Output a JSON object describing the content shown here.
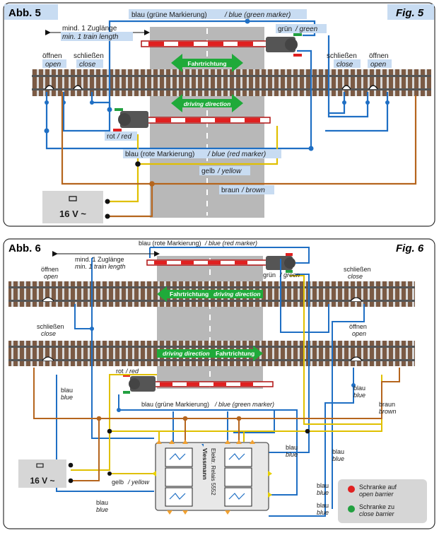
{
  "panel5": {
    "title_de": "Abb. 5",
    "title_en": "Fig. 5",
    "wire_top_de": "blau (grüne Markierung)",
    "wire_top_en": "/ blue (green marker)",
    "min_length_de": "mind. 1 Zuglänge",
    "min_length_en": "min. 1 train length",
    "green_de": "grün",
    "green_en": "/ green",
    "open_de": "öffnen",
    "open_en": "open",
    "close_de": "schließen",
    "close_en": "close",
    "arrow_de": "Fahrtrichtung",
    "arrow_en": "driving direction",
    "red_de": "rot",
    "red_en": "/ red",
    "wire_mid_de": "blau (rote Markierung)",
    "wire_mid_en": "/ blue (red marker)",
    "yellow_de": "gelb",
    "yellow_en": "/ yellow",
    "brown_de": "braun",
    "brown_en": "/ brown",
    "supply": "16 V ~"
  },
  "panel6": {
    "title_de": "Abb. 6",
    "title_en": "Fig. 6",
    "wire_top_de": "blau (rote Markierung)",
    "wire_top_en": "/ blue (red marker)",
    "min_length_de": "mind. 1 Zuglänge",
    "min_length_en": "min. 1 train length",
    "green_de": "grün",
    "green_en": "/ green",
    "open_de": "öffnen",
    "open_en": "open",
    "close_de": "schließen",
    "close_en": "close",
    "arrow_de": "Fahrtrichtung",
    "arrow_en": "driving direction",
    "red_de": "rot",
    "red_en": "/ red",
    "wire_mid_de": "blau (grüne Markierung)",
    "wire_mid_en": "/ blue (green marker)",
    "blue_de": "blau",
    "blue_en": "blue",
    "brown_de": "braun",
    "brown_en": "brown",
    "yellow_de": "gelb",
    "yellow_en": "/ yellow",
    "supply": "16 V ~",
    "relay_brand": "Viessmann",
    "relay_name": "Elektr. Relais 5552",
    "legend_open_de": "Schranke auf",
    "legend_open_en": "open barrier",
    "legend_close_de": "Schranke zu",
    "legend_close_en": "close barrier"
  },
  "colors": {
    "blue_wire": "#1f6fc4",
    "brown_wire": "#b5651d",
    "yellow_wire": "#e0c000",
    "label_bg": "#c8dcf2",
    "rail": "#7a5a45",
    "road": "#b8b8b8",
    "arrow": "#1faa3a",
    "legend_red": "#e02020",
    "legend_green": "#22a040"
  }
}
